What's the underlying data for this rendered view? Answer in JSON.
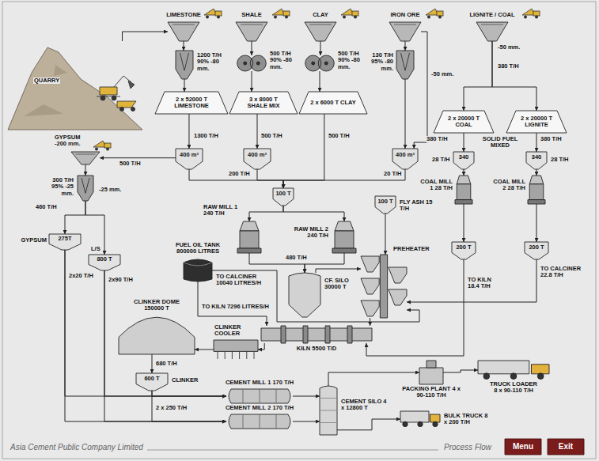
{
  "diagram": {
    "nodes": [
      {
        "text": [
          "QUARRY"
        ]
      },
      {
        "text": [
          "LIMESTONE"
        ]
      },
      {
        "text": [
          "SHALE"
        ]
      },
      {
        "text": [
          "CLAY"
        ]
      },
      {
        "text": [
          "IRON ORE"
        ]
      },
      {
        "text": [
          "LIGNITE / COAL"
        ]
      },
      {
        "text": [
          "1200 T/H 90% -80 mm."
        ]
      },
      {
        "text": [
          "500 T/H 90% -80 mm."
        ]
      },
      {
        "text": [
          "500 T/H 90% -80 mm."
        ]
      },
      {
        "text": [
          "130 T/H 95% -80 mm."
        ]
      },
      {
        "text": [
          "2 x 52000 T LIMESTONE"
        ]
      },
      {
        "text": [
          "3 x 8000 T SHALE MIX"
        ]
      },
      {
        "text": [
          "2 x 6000 T CLAY"
        ]
      },
      {
        "text": [
          "2 x 20000 T COAL"
        ]
      },
      {
        "text": [
          "2 x 20000 T LIGNITE"
        ]
      },
      {
        "text": [
          "400 m³"
        ]
      },
      {
        "text": [
          "400 m³"
        ]
      },
      {
        "text": [
          "400 m³"
        ]
      },
      {
        "text": [
          "340"
        ]
      },
      {
        "text": [
          "340"
        ]
      },
      {
        "text": [
          "GYPSUM -200 mm."
        ]
      },
      {
        "text": [
          "300 T/H 95% -25 mm."
        ]
      },
      {
        "text": [
          "COAL MILL 1 28 T/H"
        ]
      },
      {
        "text": [
          "COAL MILL 2 28 T/H"
        ]
      },
      {
        "text": [
          "100 T"
        ]
      },
      {
        "text": [
          "RAW MILL 1 240 T/H"
        ]
      },
      {
        "text": [
          "RAW MILL 2 240 T/H"
        ]
      },
      {
        "text": [
          "100 T",
          "FLY ASH 15 T/H"
        ]
      },
      {
        "text": [
          "GYPSUM",
          "275T"
        ]
      },
      {
        "text": [
          "L/S",
          "800 T"
        ]
      },
      {
        "text": [
          "FUEL OIL TANK 800000 LITRES"
        ]
      },
      {
        "text": [
          "CF. SILO 30000 T"
        ]
      },
      {
        "text": [
          "PREHEATER"
        ]
      },
      {
        "text": [
          "200 T"
        ]
      },
      {
        "text": [
          "200 T"
        ]
      },
      {
        "text": [
          "CLINKER DOME 150000 T"
        ]
      },
      {
        "text": [
          "KILN 5500 T/D"
        ]
      },
      {
        "text": [
          "CLINKER COOLER"
        ]
      },
      {
        "text": [
          "600 T",
          "CLINKER"
        ]
      },
      {
        "text": [
          "CEMENT MILL 1 170 T/H"
        ]
      },
      {
        "text": [
          "CEMENT MILL 2 170 T/H"
        ]
      },
      {
        "text": [
          "CEMENT SILO 4 x 12800 T"
        ]
      },
      {
        "text": [
          "PACKING PLANT 4 x 90-110 T/H"
        ]
      },
      {
        "text": [
          "TRUCK LOADER 8 x 90-110 T/H"
        ]
      },
      {
        "text": [
          "BULK TRUCK 8 x 200 T/H"
        ]
      },
      {
        "text": [
          "Menu"
        ]
      },
      {
        "text": [
          "Exit"
        ]
      }
    ],
    "edges": [
      {
        "from": 0,
        "to": 1,
        "arrow": "to"
      },
      {
        "from": 1,
        "to": 6,
        "arrow": "to"
      },
      {
        "from": 6,
        "to": 10,
        "arrow": "to"
      },
      {
        "from": 2,
        "to": 7,
        "arrow": "to"
      },
      {
        "from": 7,
        "to": 11,
        "arrow": "to"
      },
      {
        "from": 3,
        "to": 8,
        "arrow": "to"
      },
      {
        "from": 8,
        "to": 12,
        "arrow": "to"
      },
      {
        "from": 4,
        "to": 9,
        "arrow": "to"
      },
      {
        "from": 4,
        "to": 17,
        "arrow": "to"
      },
      {
        "from": 9,
        "to": 17,
        "arrow": "to"
      },
      {
        "from": 5,
        "to": 13,
        "arrow": "to"
      },
      {
        "from": 5,
        "to": 14,
        "arrow": "to"
      },
      {
        "from": 10,
        "to": 15,
        "arrow": "to"
      },
      {
        "from": 11,
        "to": 16,
        "arrow": "to"
      },
      {
        "from": 12,
        "to": 24,
        "arrow": "to"
      },
      {
        "from": 15,
        "to": 24,
        "arrow": "to"
      },
      {
        "from": 16,
        "to": 24,
        "arrow": "to"
      },
      {
        "from": 17,
        "to": 24,
        "arrow": "to"
      },
      {
        "from": 15,
        "to": 20,
        "arrow": "to"
      },
      {
        "from": 20,
        "to": 21,
        "arrow": "to"
      },
      {
        "from": 13,
        "to": 18,
        "arrow": "to"
      },
      {
        "from": 14,
        "to": 19,
        "arrow": "to"
      },
      {
        "from": 21,
        "to": 28,
        "arrow": "to"
      },
      {
        "from": 21,
        "to": 29,
        "arrow": "to"
      },
      {
        "from": 18,
        "to": 22,
        "arrow": "to"
      },
      {
        "from": 19,
        "to": 23,
        "arrow": "to"
      },
      {
        "from": 24,
        "to": 25,
        "arrow": "to"
      },
      {
        "from": 24,
        "to": 26,
        "arrow": "to"
      },
      {
        "from": 27,
        "to": 32,
        "arrow": "to"
      },
      {
        "from": 25,
        "to": 31,
        "arrow": "to"
      },
      {
        "from": 26,
        "to": 31,
        "arrow": "to"
      },
      {
        "from": 31,
        "to": 32,
        "arrow": "to"
      },
      {
        "from": 22,
        "to": 33,
        "arrow": "to"
      },
      {
        "from": 23,
        "to": 34,
        "arrow": "to"
      },
      {
        "from": 30,
        "to": 32,
        "arrow": "to"
      },
      {
        "from": 30,
        "to": 36,
        "arrow": "to"
      },
      {
        "from": 33,
        "to": 36,
        "arrow": "to"
      },
      {
        "from": 34,
        "to": 32,
        "arrow": "to"
      },
      {
        "from": 32,
        "to": 36,
        "arrow": "to"
      },
      {
        "from": 36,
        "to": 37,
        "arrow": "to"
      },
      {
        "from": 37,
        "to": 35,
        "arrow": "to"
      },
      {
        "from": 35,
        "to": 38,
        "arrow": "to"
      },
      {
        "from": 38,
        "to": 39,
        "arrow": "to"
      },
      {
        "from": 38,
        "to": 40,
        "arrow": "to"
      },
      {
        "from": 28,
        "to": 39,
        "arrow": "to"
      },
      {
        "from": 28,
        "to": 40,
        "arrow": "to"
      },
      {
        "from": 29,
        "to": 39,
        "arrow": "to"
      },
      {
        "from": 29,
        "to": 40,
        "arrow": "to"
      },
      {
        "from": 39,
        "to": 41,
        "arrow": "to"
      },
      {
        "from": 40,
        "to": 41,
        "arrow": "to"
      },
      {
        "from": 41,
        "to": 42,
        "arrow": "to"
      },
      {
        "from": 42,
        "to": 43,
        "arrow": "to"
      },
      {
        "from": 41,
        "to": 44,
        "arrow": "to"
      }
    ],
    "labels": [
      "-50 mm.",
      "-50 mm.",
      "380 T/H",
      "380 T/H",
      "380 T/H",
      "SOLID FUEL MIXED",
      "1300 T/H",
      "500 T/H",
      "500 T/H",
      "500 T/H",
      "200 T/H",
      "20 T/H",
      "28 T/H",
      "28 T/H",
      "-25 mm.",
      "460 T/H",
      "2x20 T/H",
      "2x90 T/H",
      "480 T/H",
      "TO CALCINER 10040 LITRES/H",
      "TO KILN 7296 LITRES/H",
      "TO KILN 18.4 T/H",
      "TO CALCINER 22.8 T/H",
      "680 T/H",
      "2 x 250 T/H",
      "Asia Cement Public Company Limited",
      "Process Flow"
    ]
  }
}
